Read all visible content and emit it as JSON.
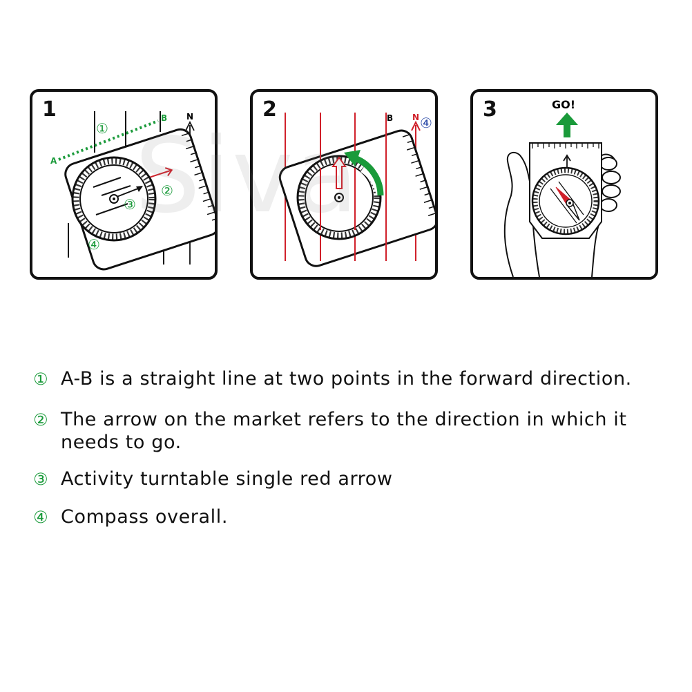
{
  "panels": [
    {
      "number": "1",
      "labels": {
        "point_a": "A",
        "point_b": "B",
        "north": "N",
        "m1": "①",
        "m2": "②",
        "m3": "③",
        "m4": "④"
      }
    },
    {
      "number": "2",
      "labels": {
        "point_b": "B",
        "north": "N",
        "m4": "④"
      }
    },
    {
      "number": "3",
      "labels": {
        "go": "GO!"
      }
    }
  ],
  "watermark": "Siva",
  "legend": [
    {
      "marker": "①",
      "text": "A-B is a straight line at two points in the forward direction."
    },
    {
      "marker": "②",
      "text": "The arrow on the market refers to the direction in which it needs to go."
    },
    {
      "marker": "③",
      "text": "Activity turntable single red arrow"
    },
    {
      "marker": "④",
      "text": "Compass overall."
    }
  ],
  "colors": {
    "green": "#1a9a3a",
    "red": "#d0202a",
    "blue": "#2a4aa8",
    "outline": "#111111"
  }
}
